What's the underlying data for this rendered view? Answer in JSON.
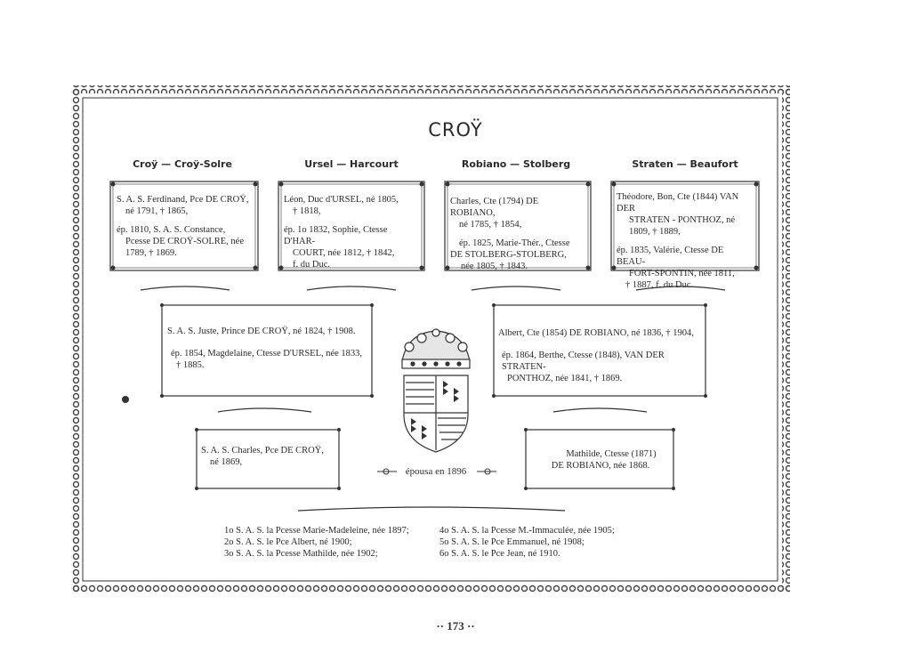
{
  "title": "CROŸ",
  "families": [
    {
      "label": "Croÿ — Croÿ-Solre"
    },
    {
      "label": "Ursel — Harcourt"
    },
    {
      "label": "Robiano — Stolberg"
    },
    {
      "label": "Straten — Beaufort"
    }
  ],
  "boxes": {
    "croy": {
      "l1": "S. A. S. Ferdinand, Pce DE CROŸ,",
      "l2": "né 1791, † 1865,",
      "l3": "ép. 1810, S. A. S. Constance,",
      "l4": "Pcesse DE CROŸ-SOLRE, née",
      "l5": "1789, † 1869."
    },
    "ursel": {
      "l1": "Léon, Duc d'URSEL, né 1805,",
      "l2": "† 1818,",
      "l3": "ép. 1o 1832, Sophie, Ctesse D'HAR-",
      "l4": "COURT, née 1812, † 1842,",
      "l5": "f. du Duc."
    },
    "robiano": {
      "l1": "Charles, Cte (1794) DE ROBIANO,",
      "l2": "né 1785, † 1854,",
      "l3": "ép. 1825, Marie-Thér., Ctesse",
      "l4": "DE STOLBERG-STOLBERG,",
      "l5": "née 1805, † 1843."
    },
    "straten": {
      "l1": "Théodore, Bon, Cte (1844) VAN DER",
      "l2": "STRATEN - PONTHOZ, né",
      "l3": "1809, † 1889,",
      "l4": "ép. 1835, Valérie, Ctesse DE BEAU-",
      "l5": "FORT-SPONTIN, née 1811,",
      "l6": "† 1887, f. du Duc."
    },
    "juste": {
      "l1": "S. A. S. Juste, Prince DE CROŸ, né 1824, † 1908.",
      "l2": "ép. 1854, Magdelaine, Ctesse D'URSEL, née 1833,",
      "l3": "† 1885."
    },
    "albert": {
      "l1": "Albert, Cte (1854) DE ROBIANO, né 1836, † 1904,",
      "l2": "ép. 1864, Berthe, Ctesse (1848), VAN DER STRATEN-",
      "l3": "PONTHOZ, née 1841, † 1869."
    },
    "charles": {
      "l1": "S. A. S. Charles, Pce DE CROŸ,",
      "l2": "né 1869,"
    },
    "mathilde": {
      "l1": "Mathilde, Ctesse (1871)",
      "l2": "DE ROBIANO, née 1868."
    }
  },
  "marriage": "épousa en 1896",
  "children_left": [
    "1o S. A. S. la Pcesse Marie-Madeleine, née 1897;",
    "2o S. A. S. le Pce Albert, né 1900;",
    "3o S. A. S. la Pcesse Mathilde, née 1902;"
  ],
  "children_right": [
    "4o S. A. S. la Pcesse M.-Immaculée, née 1905;",
    "5o S. A. S. le Pce Emmanuel, né 1908;",
    "6o S. A. S. le Pce Jean, né 1910."
  ],
  "page_number": "173",
  "icons": {
    "crest": "coat-of-arms-icon"
  },
  "colors": {
    "ink": "#2b2b2b",
    "paper": "#ffffff"
  }
}
